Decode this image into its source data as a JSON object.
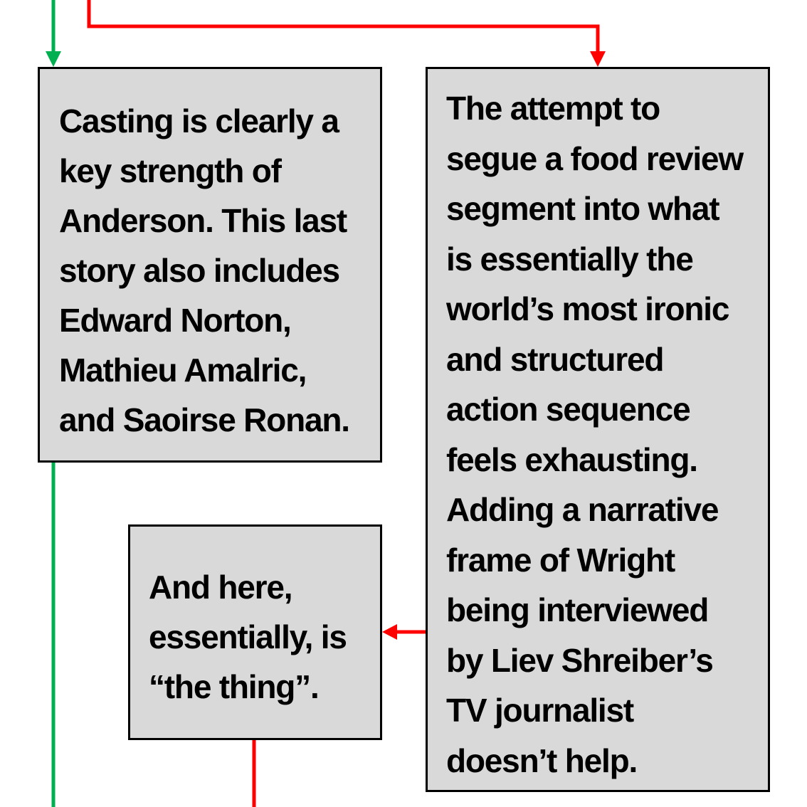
{
  "colors": {
    "green_connector": "#00b050",
    "red_connector": "#ff0000",
    "box_fill": "#d9d9d9",
    "box_border": "#000000"
  },
  "boxes": {
    "casting": {
      "text": "Casting is clearly a\nkey strength of\nAnderson. This last\nstory also includes\nEdward Norton,\nMathieu Amalric,\nand Saoirse Ronan."
    },
    "attempt": {
      "text": "The attempt to\nsegue a food review\nsegment into what\nis essentially the\nworld’s most ironic\nand structured\naction sequence\nfeels exhausting.\nAdding a narrative\nframe of Wright\nbeing interviewed\nby Liev Shreiber’s\nTV journalist\ndoesn’t help."
    },
    "thing": {
      "text": "And here,\nessentially, is\n“the thing”."
    }
  }
}
